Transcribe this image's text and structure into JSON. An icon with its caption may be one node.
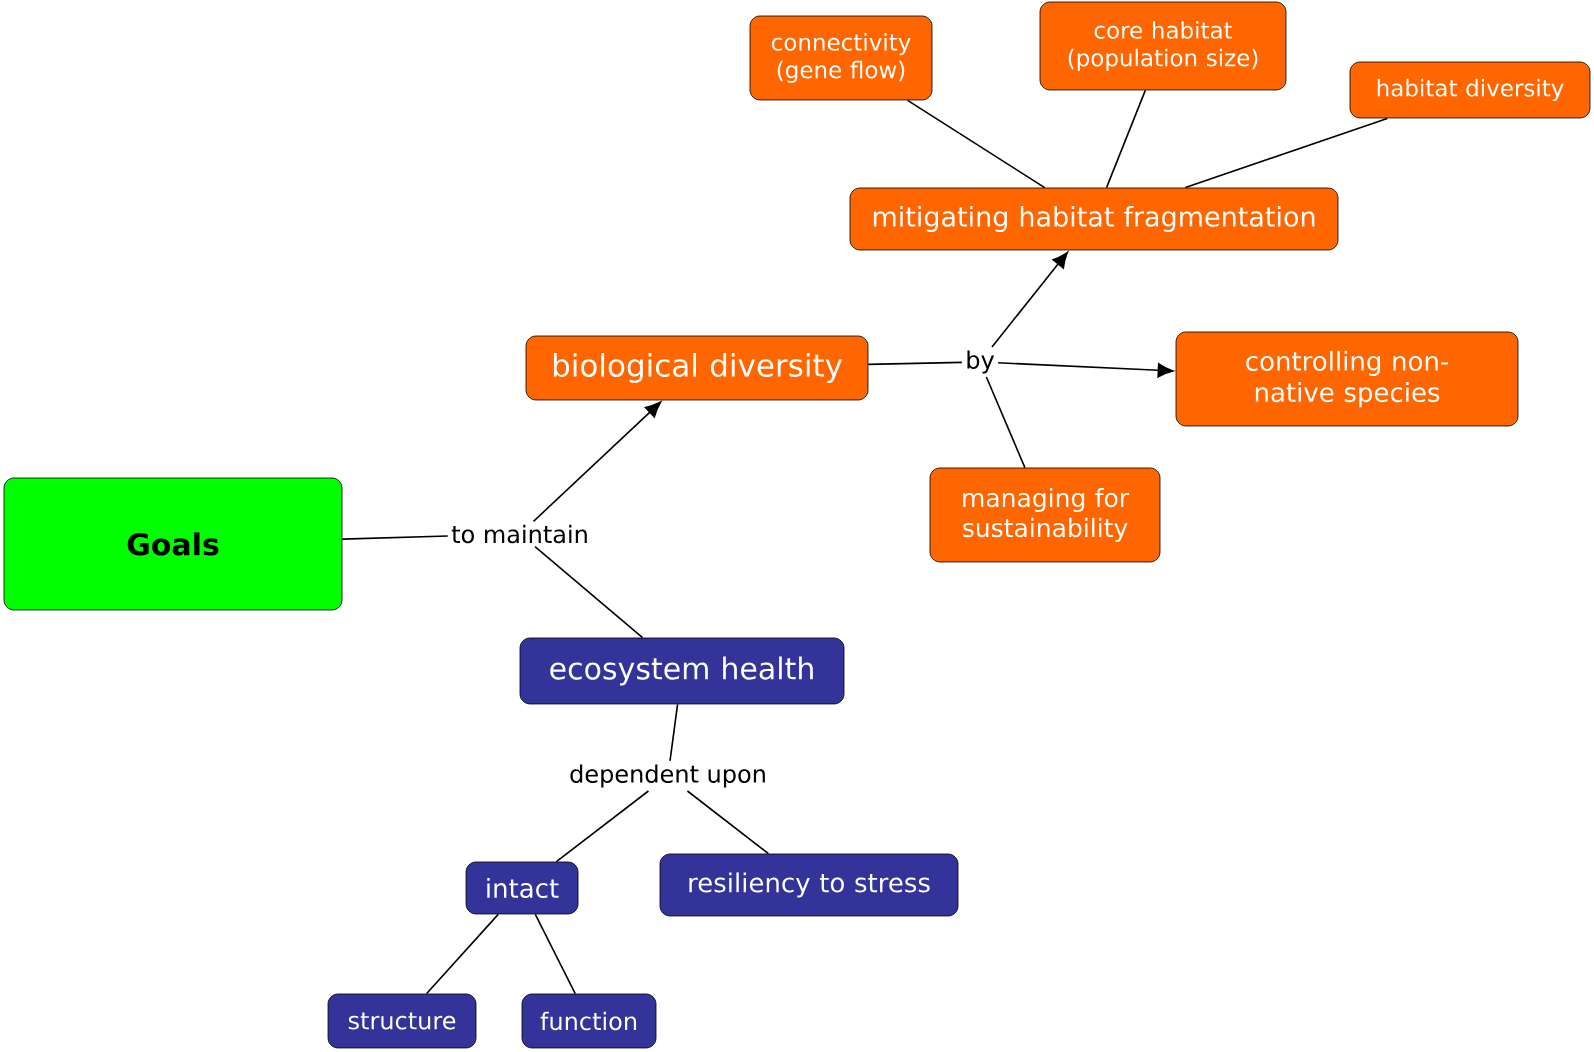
{
  "diagram": {
    "nodes": [
      {
        "text": [
          "Goals"
        ]
      },
      {
        "text": [
          "to maintain"
        ]
      },
      {
        "text": [
          "biological diversity"
        ]
      },
      {
        "text": [
          "by"
        ]
      },
      {
        "text": [
          "mitigating habitat fragmentation"
        ]
      },
      {
        "text": [
          "connectivity (gene flow)"
        ]
      },
      {
        "text": [
          "core habitat (population size)"
        ]
      },
      {
        "text": [
          "habitat diversity"
        ]
      },
      {
        "text": [
          "controlling non-native species"
        ]
      },
      {
        "text": [
          "managing for sustainability"
        ]
      },
      {
        "text": [
          "ecosystem health"
        ]
      },
      {
        "text": [
          "dependent upon"
        ]
      },
      {
        "text": [
          "intact"
        ]
      },
      {
        "text": [
          "resiliency to stress"
        ]
      },
      {
        "text": [
          "structure"
        ]
      },
      {
        "text": [
          "function"
        ]
      }
    ],
    "edges": [
      {
        "from": 0,
        "to": 1,
        "arrow": "none"
      },
      {
        "from": 1,
        "to": 2,
        "arrow": "to"
      },
      {
        "from": 10,
        "to": 1,
        "arrow": "none"
      },
      {
        "from": 2,
        "to": 3,
        "arrow": "none"
      },
      {
        "from": 3,
        "to": 4,
        "arrow": "to"
      },
      {
        "from": 3,
        "to": 8,
        "arrow": "to"
      },
      {
        "from": 9,
        "to": 3,
        "arrow": "none"
      },
      {
        "from": 4,
        "to": 5,
        "arrow": "none"
      },
      {
        "from": 4,
        "to": 6,
        "arrow": "none"
      },
      {
        "from": 4,
        "to": 7,
        "arrow": "none"
      },
      {
        "from": 10,
        "to": 11,
        "arrow": "none"
      },
      {
        "from": 11,
        "to": 12,
        "arrow": "none"
      },
      {
        "from": 11,
        "to": 13,
        "arrow": "none"
      },
      {
        "from": 12,
        "to": 14,
        "arrow": "none"
      },
      {
        "from": 12,
        "to": 15,
        "arrow": "none"
      }
    ]
  }
}
